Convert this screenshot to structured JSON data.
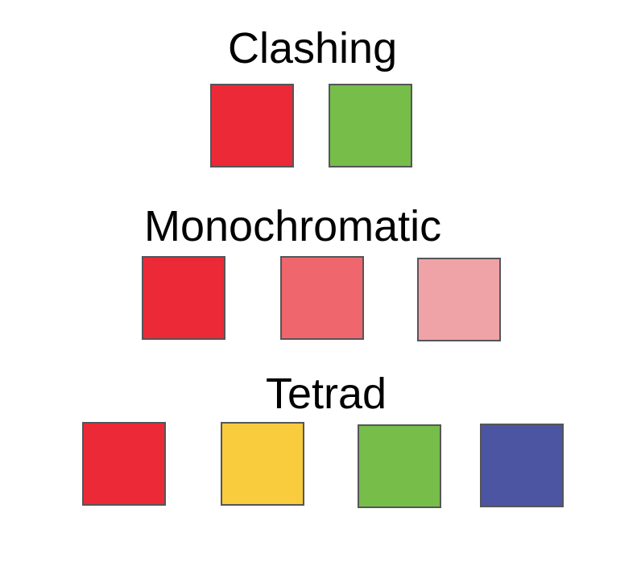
{
  "groups": [
    {
      "title": "Clashing",
      "swatches": [
        {
          "color": "#ec2a37"
        },
        {
          "color": "#76bd4a"
        }
      ]
    },
    {
      "title": "Monochromatic",
      "swatches": [
        {
          "color": "#ec2a37"
        },
        {
          "color": "#ef676c"
        },
        {
          "color": "#f0a3a6"
        }
      ]
    },
    {
      "title": "Tetrad",
      "swatches": [
        {
          "color": "#ec2a37"
        },
        {
          "color": "#f8cc3c"
        },
        {
          "color": "#76bd4a"
        },
        {
          "color": "#4b55a1"
        }
      ]
    }
  ]
}
